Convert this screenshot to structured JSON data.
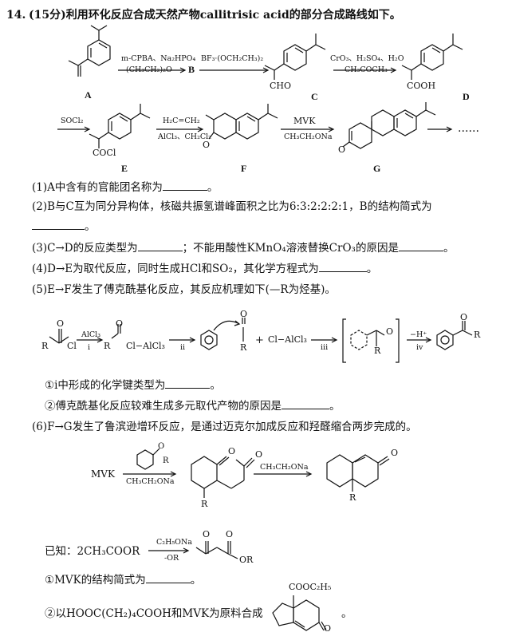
{
  "question": {
    "number": "14.",
    "header": "(15分)利用环化反应合成天然产物callitrisic acid的部分合成路线如下。"
  },
  "scheme1": {
    "r1_top": "m-CPBA、Na₂HPO₄",
    "r1_bottom": "(CH₃CH₂)₂O",
    "r2_top": "BF₃·(OCH₂CH₃)₂",
    "r3_top": "CrO₃、H₂SO₄、H₂O",
    "r3_bottom": "CH₃COCH₃",
    "B": "B",
    "A": "A",
    "C": "C",
    "D": "D",
    "C_group": "CHO",
    "D_group": "COOH"
  },
  "scheme2": {
    "r4_top": "SOCl₂",
    "r5_top": "H₂C=CH₂",
    "r5_bottom": "AlCl₃、CH₂Cl₂",
    "r6_top": "MVK",
    "r6_bottom": "CH₃CH₂ONa",
    "E_group": "COCl",
    "E": "E",
    "F": "F",
    "G": "G",
    "dots": "……"
  },
  "q1": "(1)A中含有的官能团名称为",
  "q2a": "(2)B与C互为同分异构体，核磁共振氢谱峰面积之比为6:3:2:2:2:1，B的结构简式为",
  "q3a": "(3)C→D的反应类型为",
  "q3b": "；不能用酸性KMnO₄溶液替换CrO₃的原因是",
  "q4": "(4)D→E为取代反应，同时生成HCl和SO₂，其化学方程式为",
  "q5": "(5)E→F发生了傅克酰基化反应，其反应机理如下(—R为烃基)。",
  "mech": {
    "i_top": "AlCl₃",
    "i_label": "i",
    "ii_label": "ii",
    "iii_label": "iii",
    "iv_top": "−H⁺",
    "iv_label": "iv",
    "plus": "+",
    "cl_alcl3": "Cl−AlCl₃",
    "R": "R",
    "Cl": "Cl",
    "O": "O"
  },
  "q5_1": "①i中形成的化学键类型为",
  "q5_2": "②傅克酰基化反应较难生成多元取代产物的原因是",
  "q6": "(6)F→G发生了鲁滨逊增环反应，是通过迈克尔加成反应和羟醛缩合两步完成的。",
  "robinson": {
    "mvk": "MVK",
    "below": "CH₃CH₂ONa",
    "arrow2": "CH₃CH₂ONa",
    "R": "R",
    "O": "O"
  },
  "known": {
    "label": "已知：2CH₃COOR",
    "top": "C₂H₅ONa",
    "bottom": "-OR",
    "product_or": "OR"
  },
  "q6_1": "①MVK的结构简式为",
  "q6_2": "②以HOOC(CH₂)₄COOH和MVK为原料合成",
  "target_group": "COOC₂H₅",
  "end_mark": "。"
}
